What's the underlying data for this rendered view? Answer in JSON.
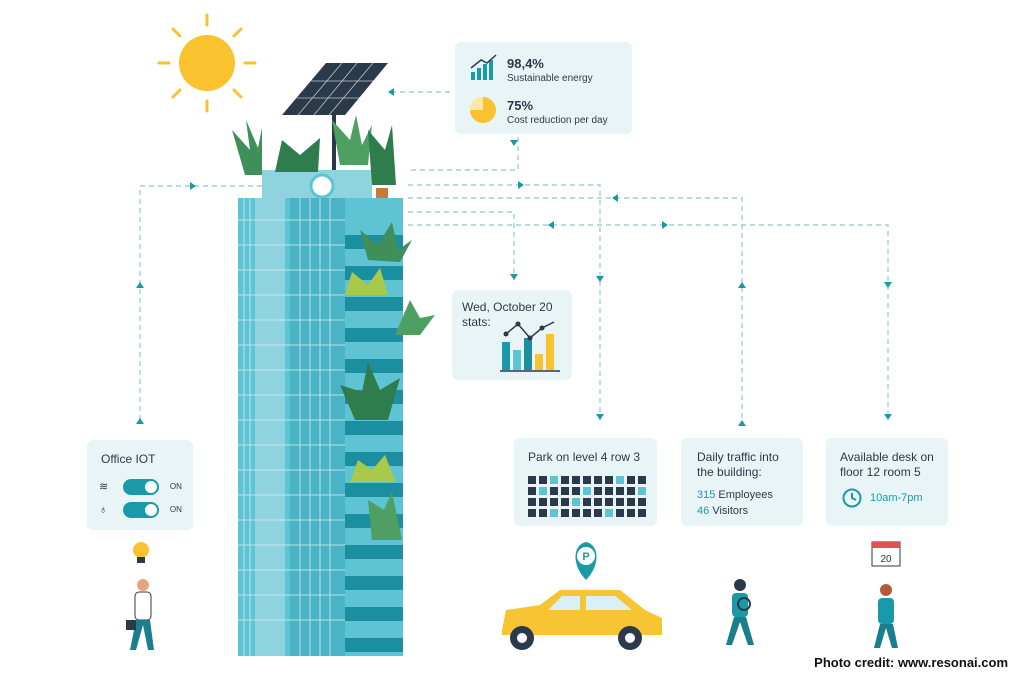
{
  "energy_card": {
    "value1": "98,4%",
    "label1": "Sustainable energy",
    "value2": "75%",
    "label2": "Cost reduction per day"
  },
  "stats_card": {
    "line1": "Wed, October 20",
    "line2": "stats:"
  },
  "iot_card": {
    "title": "Office IOT",
    "toggle1_state": "ON",
    "toggle2_state": "ON"
  },
  "parking_card": {
    "title": "Park on level 4 row 3"
  },
  "traffic_card": {
    "title_line1": "Daily traffic into",
    "title_line2": "the building:",
    "employees_count": "315",
    "employees_label": "Employees",
    "visitors_count": "46",
    "visitors_label": "Visitors"
  },
  "desk_card": {
    "title_line1": "Available desk on",
    "title_line2": "floor 12 room 5",
    "hours": "10am-7pm"
  },
  "calendar_day": "20",
  "parking_sign": "P",
  "credit": "Photo credit: www.resonai.com",
  "colors": {
    "teal": "#1a9aa8",
    "building_light": "#5ec3d3",
    "building_dark": "#1b8ea0",
    "sun": "#f9c22e",
    "car": "#f7c433",
    "card_bg": "#e9f4f6",
    "navy": "#2b3a4a"
  },
  "icons": [
    "sun-icon",
    "solar-panel-icon",
    "trend-chart-icon",
    "pie-chart-icon",
    "bar-chart-icon",
    "wave-icon",
    "bulb-icon",
    "clock-icon",
    "calendar-icon",
    "parking-pin-icon",
    "car-icon",
    "person-icon"
  ]
}
